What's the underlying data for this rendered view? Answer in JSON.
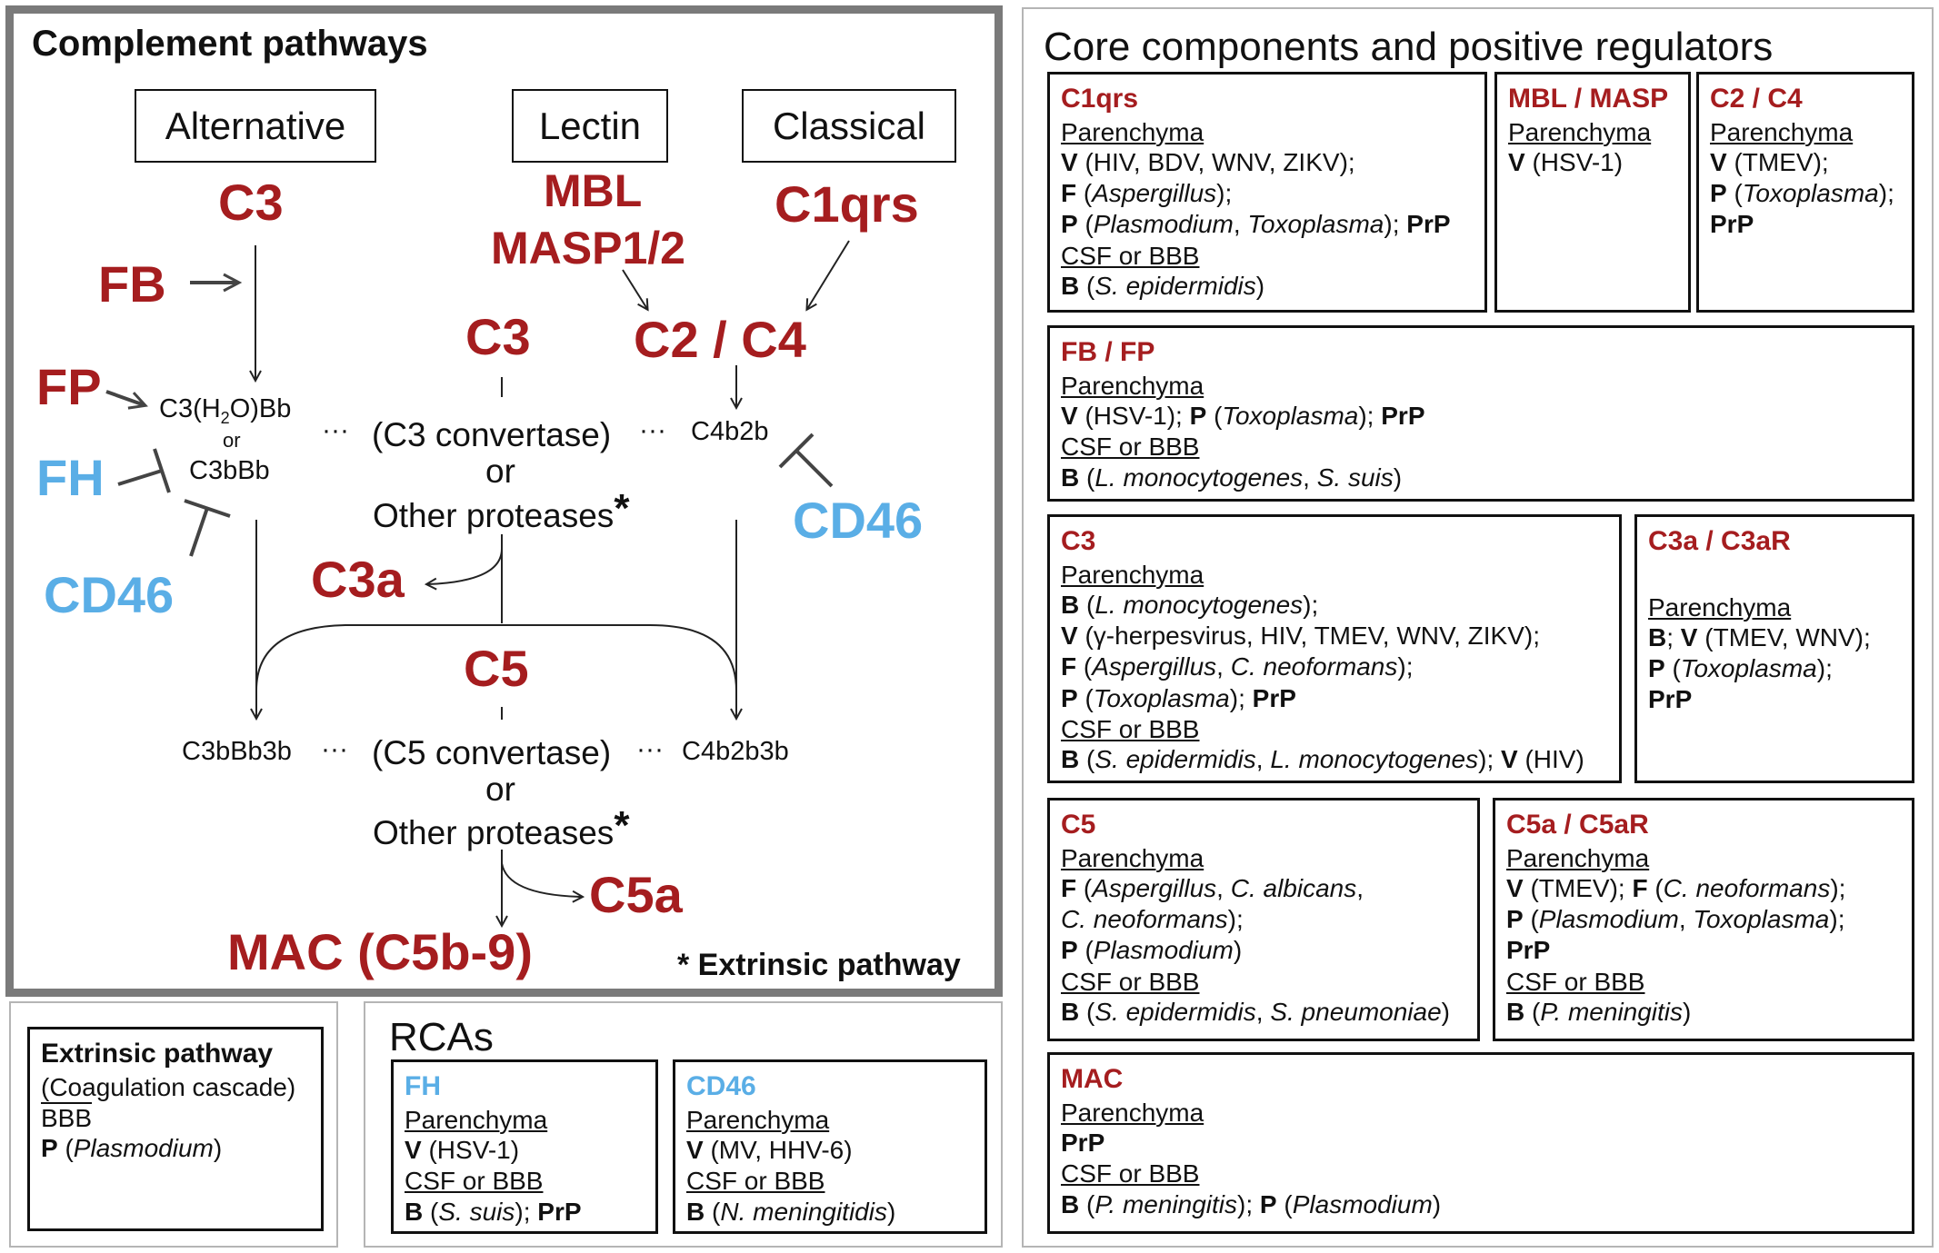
{
  "pathways": {
    "title": "Complement pathways",
    "headers": {
      "alternative": "Alternative",
      "lectin": "Lectin",
      "classical": "Classical"
    },
    "alt_c3": "C3",
    "fb": "FB",
    "fp": "FP",
    "fh": "FH",
    "cd46_left": "CD46",
    "cd46_right": "CD46",
    "c3h2obb_a": "C3(H",
    "c3h2obb_sub": "2",
    "c3h2obb_b": "O)Bb",
    "or_small": "or",
    "c3bbb": "C3bBb",
    "mbl": "MBL",
    "masp": "MASP1/2",
    "c1qrs": "C1qrs",
    "mid_c3": "C3",
    "c2c4": "C2 / C4",
    "c4b2b": "C4b2b",
    "c3_convertase": "(C3 convertase)",
    "or1": "or",
    "other_proteases1": "Other proteases",
    "asterisk": "*",
    "c3a": "C3a",
    "c5": "C5",
    "c3bbb3b": "C3bBb3b",
    "c5_convertase": "(C5 convertase)",
    "c4b2b3b": "C4b2b3b",
    "or2": "or",
    "other_proteases2": "Other proteases",
    "c5a": "C5a",
    "mac": "MAC (C5b-9)",
    "extrinsic_note": "* Extrinsic pathway",
    "dots": "···"
  },
  "core": {
    "title": "Core components and positive regulators",
    "boxes": {
      "c1qrs": {
        "title": "C1qrs",
        "s1": "Parenchyma",
        "l1a": "V",
        "l1b": " (HIV, BDV, WNV, ZIKV);",
        "l2a": "F",
        "l2b": "Aspergillus",
        "l2c": ");",
        "l3a": "P",
        "l3b": "Plasmodium",
        "l3c": "Toxoplasma",
        "l3d": "PrP",
        "s2": "CSF or BBB",
        "l4a": "B",
        "l4b": "S. epidermidis"
      },
      "mbl": {
        "title": "MBL / MASP",
        "s1": "Parenchyma",
        "l1a": "V",
        "l1b": " (HSV-1)"
      },
      "c2c4": {
        "title": "C2 / C4",
        "s1": "Parenchyma",
        "l1a": "V",
        "l1b": " (TMEV);",
        "l2a": "P",
        "l2b": "Toxoplasma",
        "l2c": ");",
        "l3a": "PrP"
      },
      "fbfp": {
        "title": "FB / FP",
        "s1": "Parenchyma",
        "l1a": "V",
        "l1b": " (HSV-1); ",
        "l1c": "P",
        "l1d": "Toxoplasma",
        "l1e": "PrP",
        "s2": "CSF or BBB",
        "l2a": "B",
        "l2b": "L. monocytogenes",
        "l2c": "S. suis"
      },
      "c3": {
        "title": "C3",
        "s1": "Parenchyma",
        "l1a": "B",
        "l1b": "L. monocytogenes",
        "l2a": "V",
        "l2b": " (γ-herpesvirus, HIV, TMEV, WNV, ZIKV);",
        "l3a": "F",
        "l3b": "Aspergillus",
        "l3c": "C. neoformans",
        "l4a": "P",
        "l4b": "Toxoplasma",
        "l4c": "PrP",
        "s2": "CSF or BBB",
        "l5a": "B",
        "l5b": "S. epidermidis",
        "l5c": "L. monocytogenes",
        "l5d": "V",
        "l5e": " (HIV)"
      },
      "c3a": {
        "title": "C3a / C3aR",
        "s1": "Parenchyma",
        "l1a": "B",
        "l1b": "; ",
        "l1c": "V",
        "l1d": " (TMEV, WNV);",
        "l2a": "P",
        "l2b": "Toxoplasma",
        "l3a": "PrP"
      },
      "c5": {
        "title": "C5",
        "s1": "Parenchyma",
        "l1a": "F",
        "l1b": "Aspergillus",
        "l1c": "C. albicans",
        "l2a": "C. neoformans",
        "l3a": "P",
        "l3b": "Plasmodium",
        "s2": "CSF or BBB",
        "l4a": "B",
        "l4b": "S. epidermidis",
        "l4c": "S. pneumoniae"
      },
      "c5a": {
        "title": "C5a / C5aR",
        "s1": "Parenchyma",
        "l1a": "V",
        "l1b": " (TMEV); ",
        "l1c": "F",
        "l1d": "C. neoformans",
        "l2a": "P",
        "l2b": "Plasmodium",
        "l2c": "Toxoplasma",
        "l3a": "PrP",
        "s2": "CSF or BBB",
        "l4a": "B",
        "l4b": "P. meningitis"
      },
      "mac": {
        "title": "MAC",
        "s1": "Parenchyma",
        "l1a": "PrP",
        "s2": "CSF or BBB",
        "l2a": "B",
        "l2b": "P. meningitis",
        "l2c": "P",
        "l2d": "Plasmodium"
      }
    }
  },
  "extrinsic": {
    "title": "Extrinsic pathway",
    "l1": "(Coagulation cascade)",
    "s1": "BBB",
    "l2a": "P",
    "l2b": "Plasmodium"
  },
  "rcas": {
    "title": "RCAs",
    "fh": {
      "title": "FH",
      "s1": "Parenchyma",
      "l1a": "V",
      "l1b": " (HSV-1)",
      "s2": "CSF or BBB",
      "l2a": "B",
      "l2b": "S. suis",
      "l2c": "PrP"
    },
    "cd46": {
      "title": "CD46",
      "s1": "Parenchyma",
      "l1a": "V",
      "l1b": " (MV, HHV-6)",
      "s2": "CSF or BBB",
      "l2a": "B",
      "l2b": "N. meningitidis"
    }
  }
}
